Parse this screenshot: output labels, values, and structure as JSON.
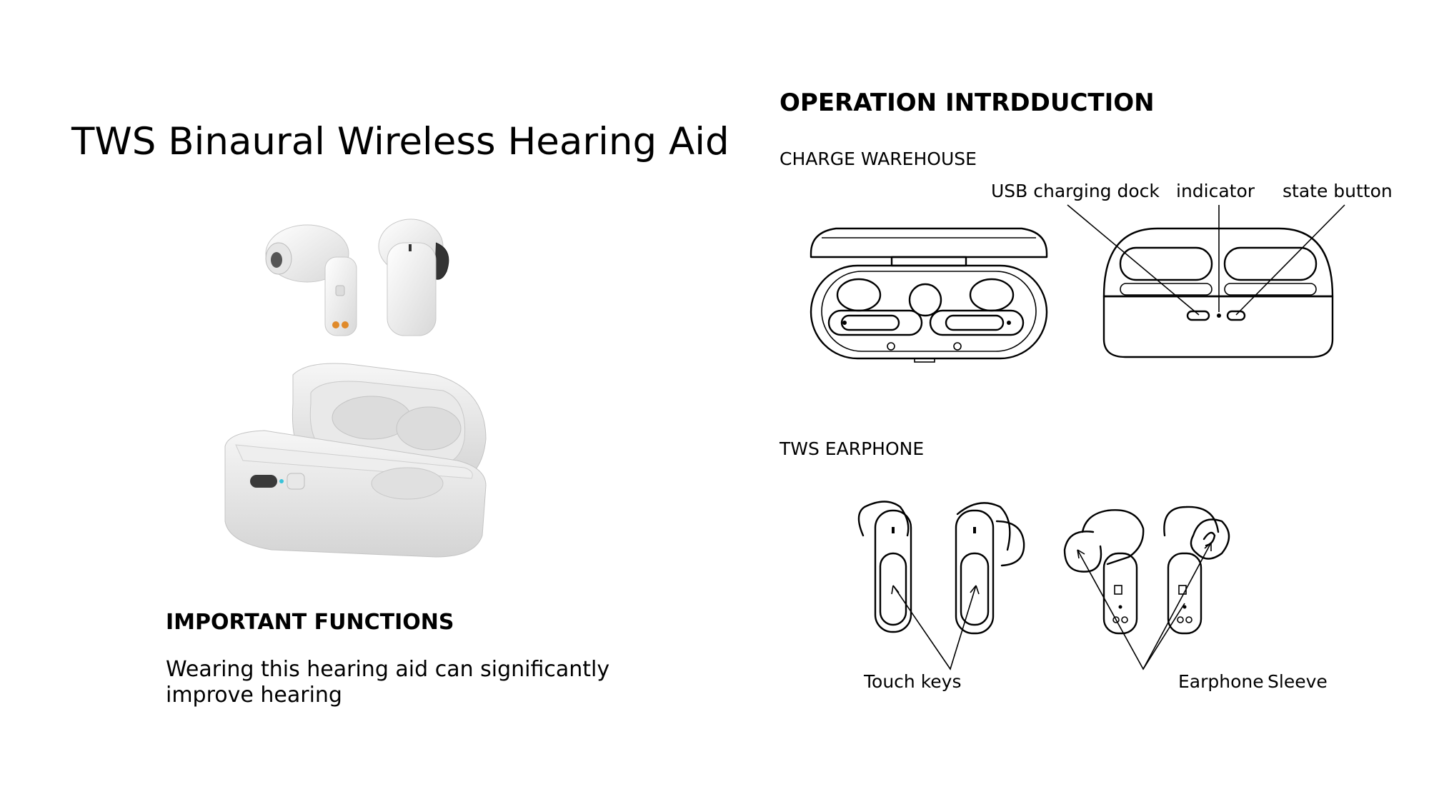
{
  "left": {
    "title": "TWS Binaural Wireless Hearing Aid",
    "important_heading": "IMPORTANT FUNCTIONS",
    "important_text": "Wearing this hearing aid can significantly improve hearing"
  },
  "right": {
    "heading": "OPERATION INTRDDUCTION",
    "charge_section": {
      "title": "CHARGE WAREHOUSE",
      "labels": [
        "USB charging dock",
        "indicator",
        "state button"
      ]
    },
    "earphone_section": {
      "title": "TWS EARPHONE",
      "labels": [
        "Touch keys",
        "Earphone",
        "Sleeve"
      ]
    }
  }
}
